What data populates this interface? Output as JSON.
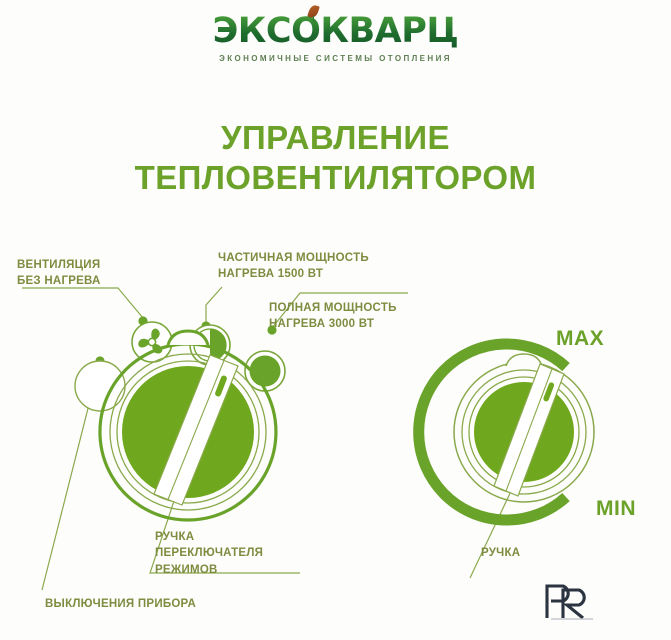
{
  "page": {
    "background": "#fdfdfc"
  },
  "logo": {
    "brand": "ЭКСОКВАРЦ",
    "tagline": "ЭКОНОМИЧНЫЕ СИСТЕМЫ ОТОПЛЕНИЯ",
    "leaf_color": "#a0521f",
    "brand_color_top": "#4aa03a",
    "brand_color_bottom": "#15592a"
  },
  "title": {
    "line1": "УПРАВЛЕНИЕ",
    "line2": "ТЕПЛОВЕНТИЛЯТОРОМ",
    "color": "#6ca22a"
  },
  "labels": {
    "ventilation": "ВЕНТИЛЯЦИЯ\nБЕЗ НАГРЕВА",
    "partial_power": "ЧАСТИЧНАЯ МОЩНОСТЬ\nНАГРЕВА 1500 ВТ",
    "full_power": "ПОЛНАЯ МОЩНОСТЬ\nНАГРЕВА 3000 ВТ",
    "left_knob": "РУЧКА\nПЕРЕКЛЮЧАТЕЛЯ\nРЕЖИМОВ",
    "power_off": "ВЫКЛЮЧЕНИЯ ПРИБОРА",
    "right_knob": "РУЧКА",
    "max": "MAX",
    "min": "MIN",
    "color": "#7d8c3f",
    "accent_color": "#6ca22a"
  },
  "mode_icons": [
    {
      "name": "off-circle-icon",
      "state": "empty",
      "meaning": "ВЫКЛЮЧЕНИЯ ПРИБОРА"
    },
    {
      "name": "fan-icon",
      "state": "fan",
      "meaning": "ВЕНТИЛЯЦИЯ БЕЗ НАГРЕВА"
    },
    {
      "name": "half-circle-icon",
      "state": "half",
      "meaning": "ЧАСТИЧНАЯ МОЩНОСТЬ НАГРЕВА 1500 ВТ"
    },
    {
      "name": "full-circle-icon",
      "state": "full",
      "meaning": "ПОЛНАЯ МОЩНОСТЬ НАГРЕВА 3000 ВТ"
    }
  ],
  "knobs": {
    "left": {
      "name": "mode-selector-knob",
      "label": "РУЧКА ПЕРЕКЛЮЧАТЕЛЯ РЕЖИМОВ",
      "fill": "#6fa81e"
    },
    "right": {
      "name": "thermostat-knob",
      "label": "РУЧКА",
      "scale_min": "MIN",
      "scale_max": "MAX",
      "fill": "#6fa81e"
    }
  },
  "watermark": {
    "text": "PR",
    "color": "#2b3440"
  }
}
